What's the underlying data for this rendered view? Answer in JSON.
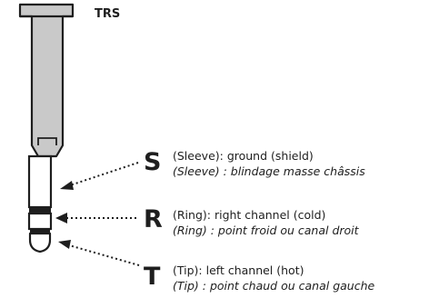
{
  "title": "TRS",
  "parts": [
    {
      "letter": "S",
      "en": "(Sleeve): ground (shield)",
      "fr": "(Sleeve) : blindage masse châssis"
    },
    {
      "letter": "R",
      "en": "(Ring): right channel (cold)",
      "fr": "(Ring) : point froid ou canal droit"
    },
    {
      "letter": "T",
      "en": "(Tip): left channel (hot)",
      "fr": "(Tip) : point chaud ou canal gauche"
    }
  ],
  "colors": {
    "handle": "#c9c9c9",
    "outline": "#1e1e1e",
    "shaft": "#ffffff",
    "background": "#ffffff"
  }
}
